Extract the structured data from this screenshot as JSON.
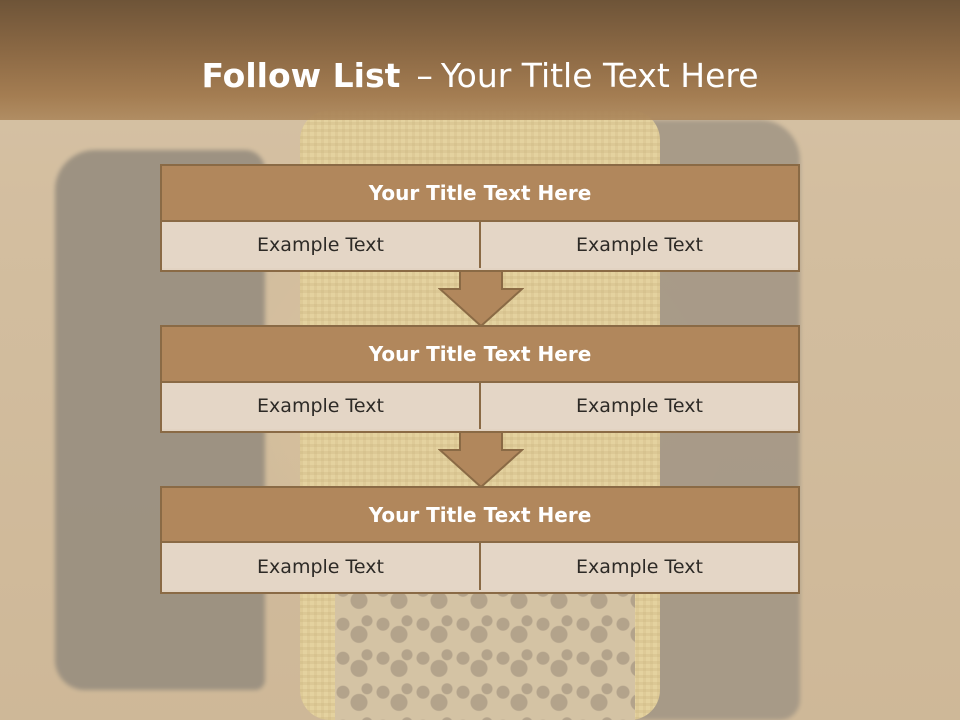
{
  "slide": {
    "title_bold": "Follow List",
    "title_separator": "–",
    "title_rest": "Your Title Text Here"
  },
  "blocks": [
    {
      "title": "Your Title Text Here",
      "left": "Example Text",
      "right": "Example Text"
    },
    {
      "title": "Your Title Text Here",
      "left": "Example Text",
      "right": "Example Text"
    },
    {
      "title": "Your Title Text Here",
      "left": "Example Text",
      "right": "Example Text"
    }
  ],
  "colors": {
    "title_bar": "#8d6a45",
    "block_header": "#b1875c",
    "block_cell": "#e4d6c6",
    "border": "#8a6a45",
    "arrow": "#b1875c"
  }
}
